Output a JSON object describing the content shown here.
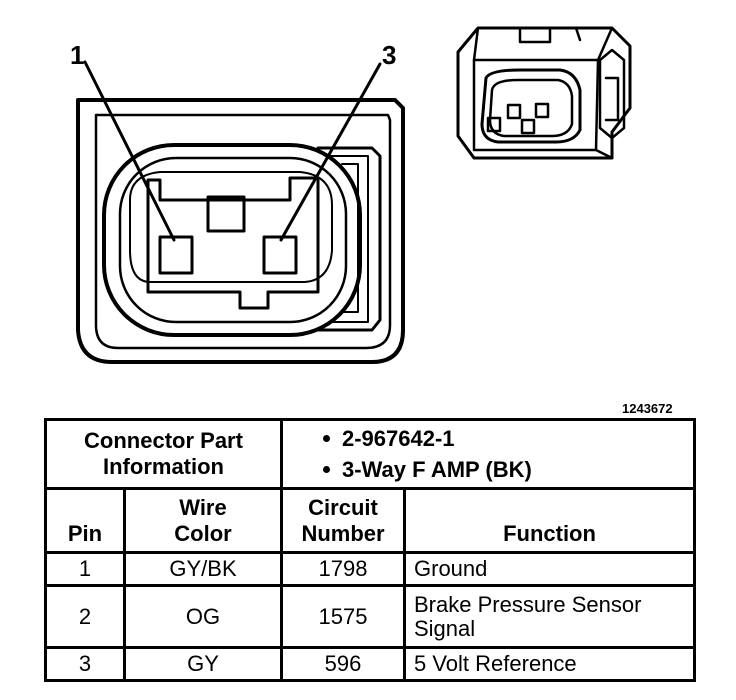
{
  "pin_labels": [
    "1",
    "3"
  ],
  "figure_id": "1243672",
  "connector_info": {
    "label_line1": "Connector Part",
    "label_line2": "Information",
    "items": [
      "2-967642-1",
      "3-Way F AMP (BK)"
    ]
  },
  "columns": {
    "pin": "Pin",
    "wire_color_1": "Wire",
    "wire_color_2": "Color",
    "circuit_1": "Circuit",
    "circuit_2": "Number",
    "function": "Function"
  },
  "rows": [
    {
      "pin": "1",
      "wire_color": "GY/BK",
      "circuit": "1798",
      "function_1": "Ground",
      "function_2": ""
    },
    {
      "pin": "2",
      "wire_color": "OG",
      "circuit": "1575",
      "function_1": "Brake Pressure Sensor",
      "function_2": "Signal"
    },
    {
      "pin": "3",
      "wire_color": "GY",
      "circuit": "596",
      "function_1": "5 Volt Reference",
      "function_2": ""
    }
  ]
}
